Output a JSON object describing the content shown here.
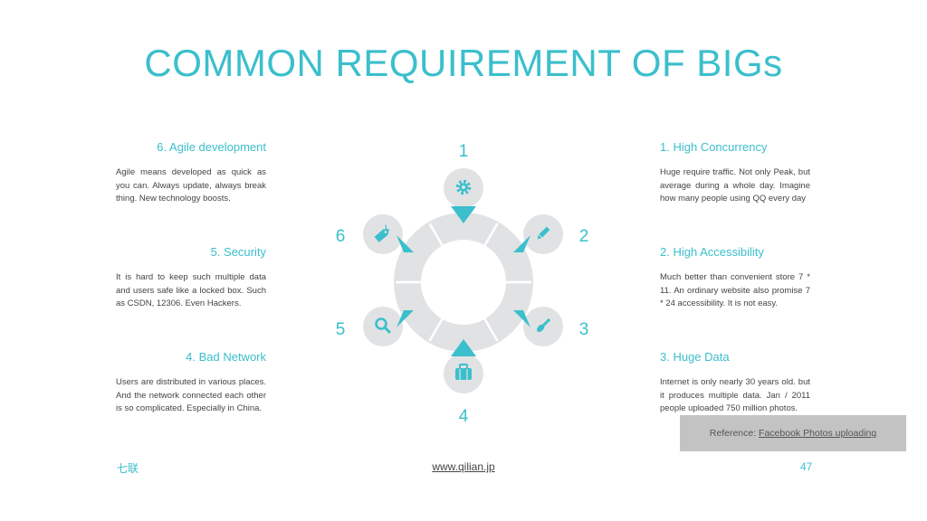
{
  "title": "COMMON REQUIREMENT OF BIGs",
  "items": [
    {
      "number": "1",
      "heading": "1. High Concurrency",
      "body": "Huge require traffic. Not only Peak, but average during a whole day. Imagine how many people using QQ every day",
      "icon": "gear-icon"
    },
    {
      "number": "2",
      "heading": "2. High Accessibility",
      "body": "Much better than convenient store 7 * 11. An ordinary website also promise 7 * 24 accessibility. It is not easy.",
      "icon": "pencil-icon"
    },
    {
      "number": "3",
      "heading": "3. Huge Data",
      "body": "Internet is only nearly 30 years old. but it produces multiple data. Jan / 2011 people uploaded 750 million photos.",
      "icon": "brush-icon"
    },
    {
      "number": "4",
      "heading": "4. Bad Network",
      "body": "Users are distributed in various places. And the network connected each other is so complicated. Especially in China.",
      "icon": "briefcase-icon"
    },
    {
      "number": "5",
      "heading": "5. Security",
      "body": "It is hard to keep such multiple data and users safe like a locked box. Such as CSDN, 12306. Even Hackers.",
      "icon": "search-icon"
    },
    {
      "number": "6",
      "heading": "6. Agile development",
      "body": "Agile means developed as quick as you can. Always update, always break thing. New technology boosts.",
      "icon": "tag-icon"
    }
  ],
  "reference": {
    "prefix": "Reference: ",
    "link": "Facebook Photos uploading"
  },
  "footer": {
    "left": "七联",
    "center": "www.qilian.jp",
    "page": "47"
  },
  "colors": {
    "accent": "#3bbfcc",
    "ring": "#e1e2e4",
    "ring_gap": "#ffffff",
    "reference_bg": "#c3c3c3"
  }
}
